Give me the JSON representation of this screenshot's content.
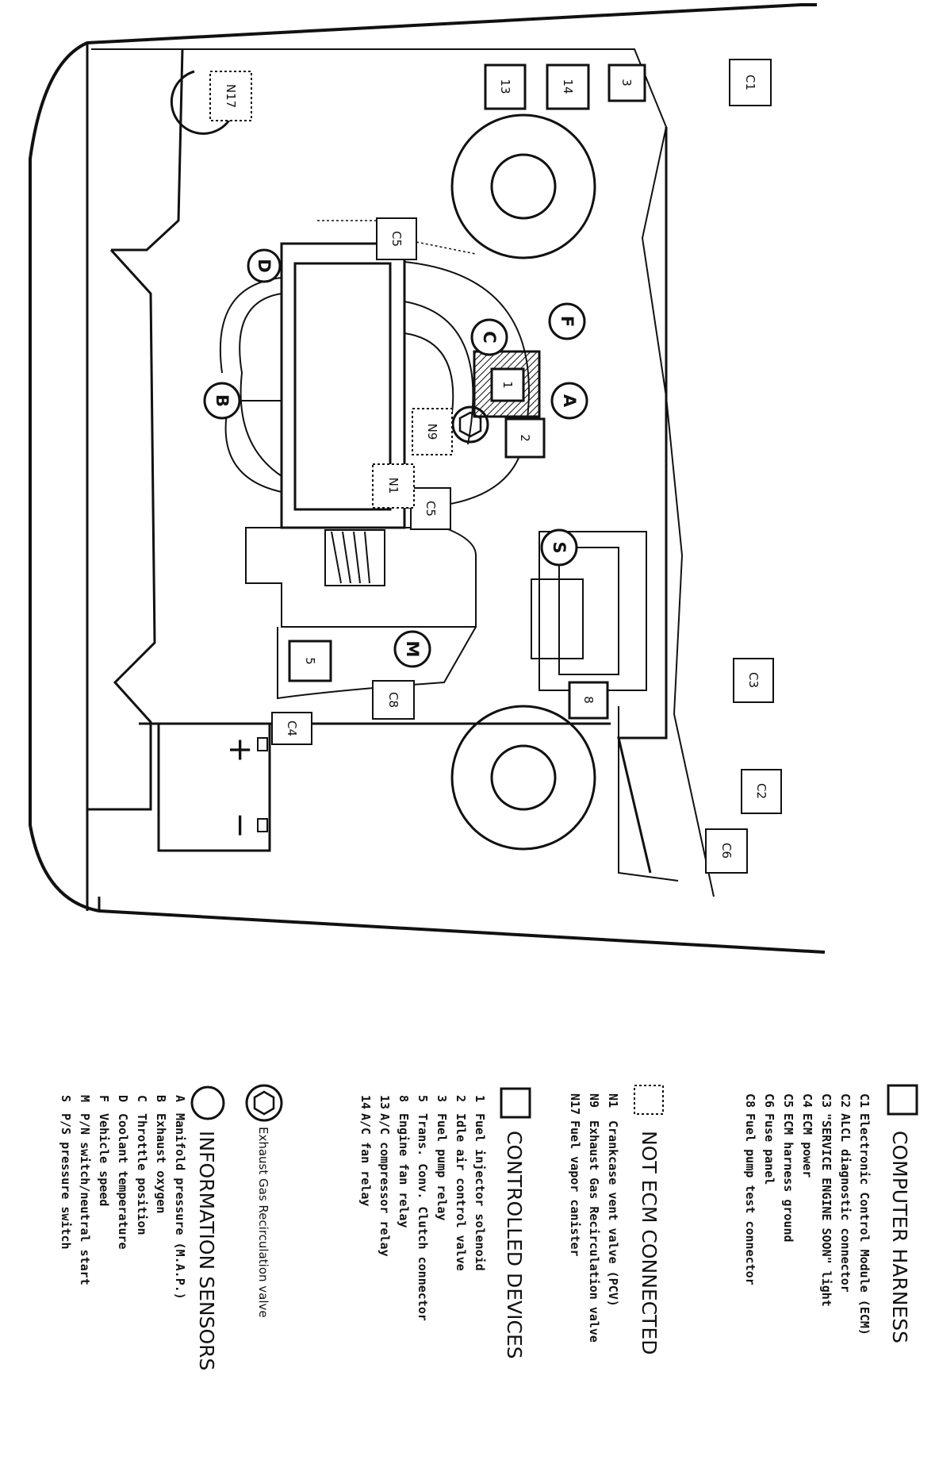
{
  "engine_view": {
    "harness_boxes": [
      {
        "id": "C1"
      },
      {
        "id": "C2"
      },
      {
        "id": "C3"
      },
      {
        "id": "C4"
      },
      {
        "id": "C5"
      },
      {
        "id": "C5"
      },
      {
        "id": "C6"
      },
      {
        "id": "C8"
      }
    ],
    "device_boxes": [
      {
        "id": "1"
      },
      {
        "id": "2"
      },
      {
        "id": "3"
      },
      {
        "id": "5"
      },
      {
        "id": "8"
      },
      {
        "id": "13"
      },
      {
        "id": "14"
      }
    ],
    "not_ecm_boxes": [
      {
        "id": "N1"
      },
      {
        "id": "N9"
      },
      {
        "id": "N17"
      }
    ],
    "sensor_circles": [
      {
        "id": "A"
      },
      {
        "id": "B"
      },
      {
        "id": "C"
      },
      {
        "id": "D"
      },
      {
        "id": "F"
      },
      {
        "id": "M"
      },
      {
        "id": "S"
      }
    ],
    "battery_plus": "+",
    "battery_minus": "−"
  },
  "legend": {
    "computer_harness": {
      "heading": "COMPUTER HARNESS",
      "items": [
        {
          "code": "C1",
          "text": "Electronic Control Module (ECM)"
        },
        {
          "code": "C2",
          "text": "ALCL diagnostic connector"
        },
        {
          "code": "C3",
          "text": "\"SERVICE ENGINE SOON\" light"
        },
        {
          "code": "C4",
          "text": "ECM power"
        },
        {
          "code": "C5",
          "text": "ECM harness ground"
        },
        {
          "code": "C6",
          "text": "Fuse panel"
        },
        {
          "code": "C8",
          "text": "Fuel pump test connector"
        }
      ]
    },
    "not_ecm_connected": {
      "heading": "NOT ECM CONNECTED",
      "items": [
        {
          "code": "N1",
          "text": "Crankcase vent valve (PCV)"
        },
        {
          "code": "N9",
          "text": "Exhaust  Gas Recirculation valve"
        },
        {
          "code": "N17",
          "text": "Fuel vapor canister"
        }
      ]
    },
    "controlled_devices": {
      "heading": "CONTROLLED DEVICES",
      "items": [
        {
          "code": "1",
          "text": "Fuel injector solenoid"
        },
        {
          "code": "2",
          "text": "Idle air control valve"
        },
        {
          "code": "3",
          "text": "Fuel pump relay"
        },
        {
          "code": "5",
          "text": "Trans. Conv. Clutch connector"
        },
        {
          "code": "8",
          "text": "Engine fan relay"
        },
        {
          "code": "13",
          "text": "A/C compressor relay"
        },
        {
          "code": "14",
          "text": "A/C fan relay"
        }
      ]
    },
    "egr": {
      "text": "Exhaust Gas Recirculation valve"
    },
    "information_sensors": {
      "heading": "INFORMATION SENSORS",
      "items": [
        {
          "code": "A",
          "text": "Manifold pressure (M.A.P.)"
        },
        {
          "code": "B",
          "text": "Exhaust oxygen"
        },
        {
          "code": "C",
          "text": "Throttle position"
        },
        {
          "code": "D",
          "text": "Coolant temperature"
        },
        {
          "code": "F",
          "text": "Vehicle speed"
        },
        {
          "code": "M",
          "text": "P/N switch/neutral start"
        },
        {
          "code": "S",
          "text": "P/S pressure switch"
        }
      ]
    }
  }
}
